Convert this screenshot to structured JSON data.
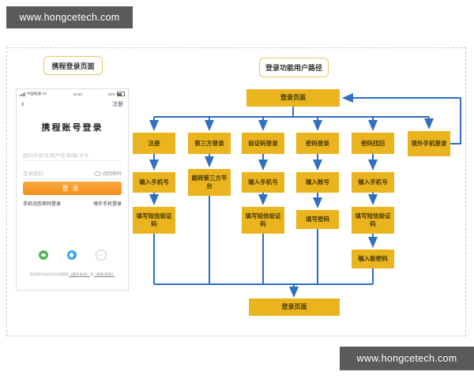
{
  "banner": {
    "url": "www.hongcetech.com"
  },
  "left_panel": {
    "title": "携程登录页面",
    "phone": {
      "status_bar": {
        "carrier": "中国联通 4G",
        "time": "16:53",
        "battery": "92%"
      },
      "nav": {
        "back_icon": "‹",
        "register_link": "注册"
      },
      "title": "携程账号登录",
      "account_placeholder": "国内手机号/用户名/邮箱/卡号",
      "password_placeholder": "登录密码",
      "find_password_link": "找回密码",
      "login_button": "登录",
      "links": {
        "dynamic_password": "手机动态密码登录",
        "overseas_phone": "境外手机登录"
      },
      "social_icons": [
        "wechat-icon",
        "qq-icon",
        "more-icon"
      ],
      "more_glyph": "⋯",
      "legal": {
        "prefix": "登录即代表你已同意携程",
        "link1": "《服务协议》",
        "mid": "和",
        "link2": "《隐私政策》"
      }
    }
  },
  "flow": {
    "title": "登录功能用户路径",
    "start_node": "登录页面",
    "end_node": "登录页面",
    "columns": [
      {
        "branch": "注册",
        "steps": [
          "输入手机号",
          "填写短信验证码"
        ]
      },
      {
        "branch": "第三方登录",
        "steps": [
          "跳转第三方平台"
        ]
      },
      {
        "branch": "验证码登录",
        "steps": [
          "输入手机号",
          "填写短信验证码"
        ]
      },
      {
        "branch": "密码登录",
        "steps": [
          "输入账号",
          "填写密码"
        ]
      },
      {
        "branch": "密码找回",
        "steps": [
          "输入手机号",
          "填写短信验证码",
          "输入新密码"
        ]
      },
      {
        "branch": "境外手机登录",
        "steps": []
      }
    ]
  },
  "colors": {
    "node_fill": "#EAB41E",
    "connector_blue": "#2F6FC4",
    "banner_bg": "#595A5C",
    "tag_border": "#E9C75D",
    "phone_button_orange": "#F79B26"
  }
}
